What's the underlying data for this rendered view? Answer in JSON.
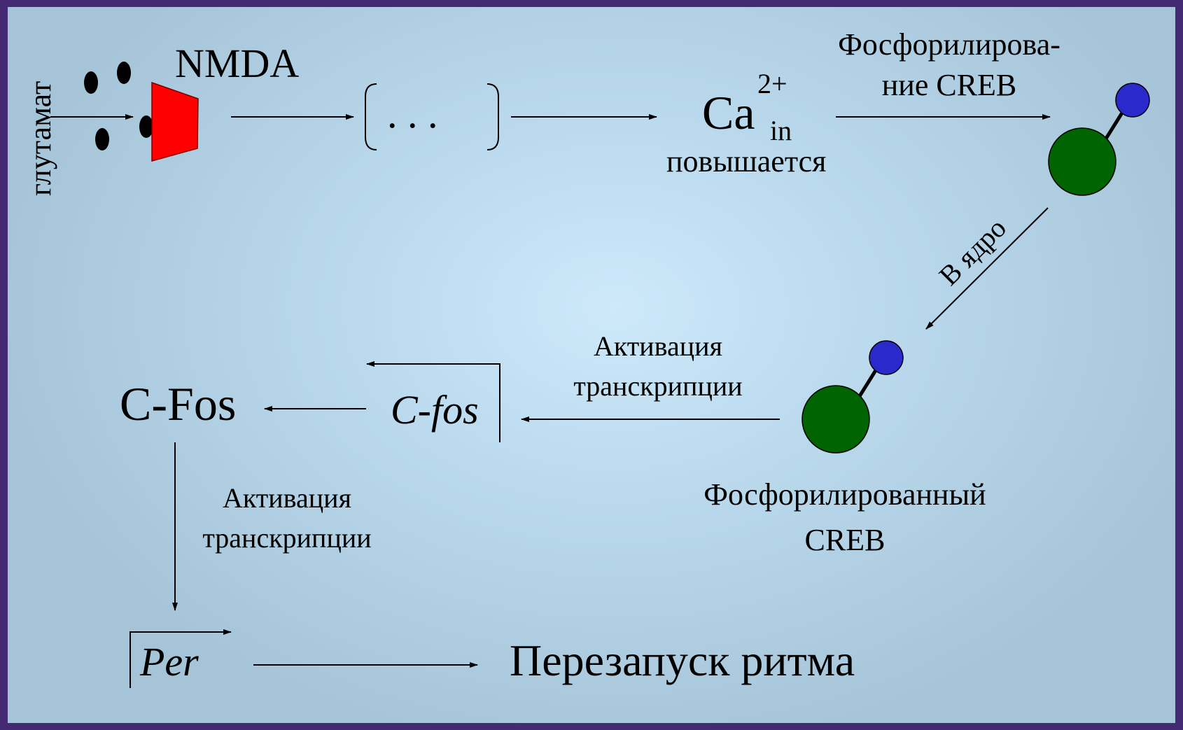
{
  "labels": {
    "glutamate": "глутамат",
    "nmda": "NMDA",
    "ellipsis": ". . .",
    "ca": "Ca",
    "ca_sup": "2+",
    "ca_sub": "in",
    "ca_rises": "повышается",
    "phos_line1": "Фосфорилирова-",
    "phos_line2": "ние CREB",
    "to_nucleus": "В ядро",
    "act1_line1": "Активация",
    "act1_line2": "транскрипции",
    "cfos_gene": "C-fos",
    "cfos_protein": "C-Fos",
    "phos_creb_line1": "Фосфорилированный",
    "phos_creb_line2": "CREB",
    "act2_line1": "Активация",
    "act2_line2": "транскрипции",
    "per": "Per",
    "reset": "Перезапуск ритма"
  },
  "colors": {
    "background_border": "#442a72",
    "receptor": "#ff0000",
    "creb_body": "#006400",
    "phosphate": "#2a2acc"
  }
}
